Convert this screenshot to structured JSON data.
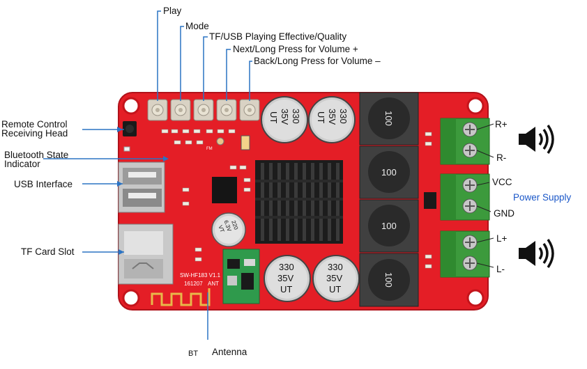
{
  "labels": {
    "play": "Play",
    "mode": "Mode",
    "tf_usb": "TF/USB Playing Effective/Quality",
    "next": "Next/Long Press for Volume +",
    "back": "Back/Long Press for Volume –",
    "remote_line1": "Remote Control",
    "remote_line2": "Receiving Head",
    "bt_state_line1": "Bluetooth State",
    "bt_state_line2": "Indicator",
    "usb": "USB Interface",
    "tf_slot": "TF Card Slot",
    "bt": "BT",
    "antenna": "Antenna",
    "r_plus": "R+",
    "r_minus": "R-",
    "vcc": "VCC",
    "gnd": "GND",
    "power_supply": "Power Supply",
    "l_plus": "L+",
    "l_minus": "L-"
  },
  "board": {
    "capacitor_text": [
      "330",
      "35V",
      "UT"
    ],
    "small_cap_text": [
      "220",
      "6.3V",
      "VT"
    ],
    "inductor_text": "100",
    "model_text": "SW-HF183 V1.1",
    "date_text": "161207",
    "ant_text": "ANT",
    "fm_text": "FM"
  },
  "colors": {
    "pcb": "#e41e26",
    "pcb_dark": "#c4141b",
    "terminal": "#3c9a3c",
    "heatsink": "#1c1c1c",
    "power_supply_text": "#1a57c8",
    "line": "#2a73c4"
  },
  "icons": [
    "speaker-icon",
    "speaker-icon"
  ]
}
